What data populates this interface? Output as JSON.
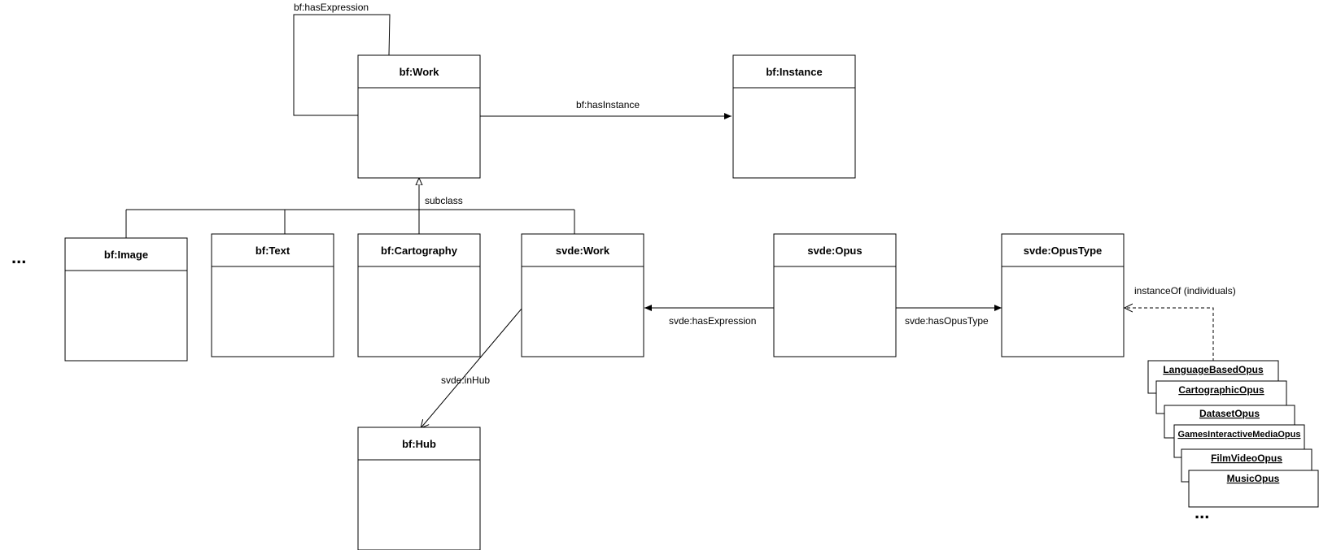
{
  "classes": {
    "work": "bf:Work",
    "instance": "bf:Instance",
    "image": "bf:Image",
    "text": "bf:Text",
    "cartography": "bf:Cartography",
    "svde_work": "svde:Work",
    "opus": "svde:Opus",
    "opus_type": "svde:OpusType",
    "hub": "bf:Hub"
  },
  "edges": {
    "has_expression_top": "bf:hasExpression",
    "has_instance": "bf:hasInstance",
    "subclass": "subclass",
    "svde_has_expression": "svde:hasExpression",
    "has_opus_type": "svde:hasOpusType",
    "instance_of": "instanceOf (individuals)",
    "in_hub": "svde:inHub"
  },
  "individuals": [
    "LanguageBasedOpus",
    "CartographicOpus",
    "DatasetOpus",
    "GamesInteractiveMediaOpus",
    "FilmVideoOpus",
    "MusicOpus"
  ],
  "ellipsis_left": "...",
  "ellipsis_right": "..."
}
